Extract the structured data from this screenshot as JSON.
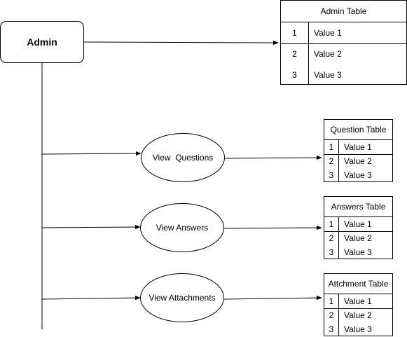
{
  "admin": {
    "label": "Admin"
  },
  "actions": [
    {
      "label": "View  Questions"
    },
    {
      "label": "View Answers"
    },
    {
      "label": "View Attachments"
    }
  ],
  "admin_table": {
    "title": "Admin Table",
    "rows": [
      {
        "index": "1",
        "value": "Value 1"
      },
      {
        "index": "2",
        "value": "Value 2"
      },
      {
        "index": "3",
        "value": "Value 3"
      }
    ]
  },
  "tables": [
    {
      "title": "Question Table",
      "rows": [
        {
          "index": "1",
          "value": "Value 1"
        },
        {
          "index": "2",
          "value": "Value 2"
        },
        {
          "index": "3",
          "value": "Value 3"
        }
      ]
    },
    {
      "title": "Answers Table",
      "rows": [
        {
          "index": "1",
          "value": "Value 1"
        },
        {
          "index": "2",
          "value": "Value 2"
        },
        {
          "index": "3",
          "value": "Value 3"
        }
      ]
    },
    {
      "title": "Attchment Table",
      "rows": [
        {
          "index": "1",
          "value": "Value 1"
        },
        {
          "index": "2",
          "value": "Value 2"
        },
        {
          "index": "3",
          "value": "Value 3"
        }
      ]
    }
  ],
  "colors": {
    "stroke": "#000000",
    "background": "#ffffff"
  }
}
